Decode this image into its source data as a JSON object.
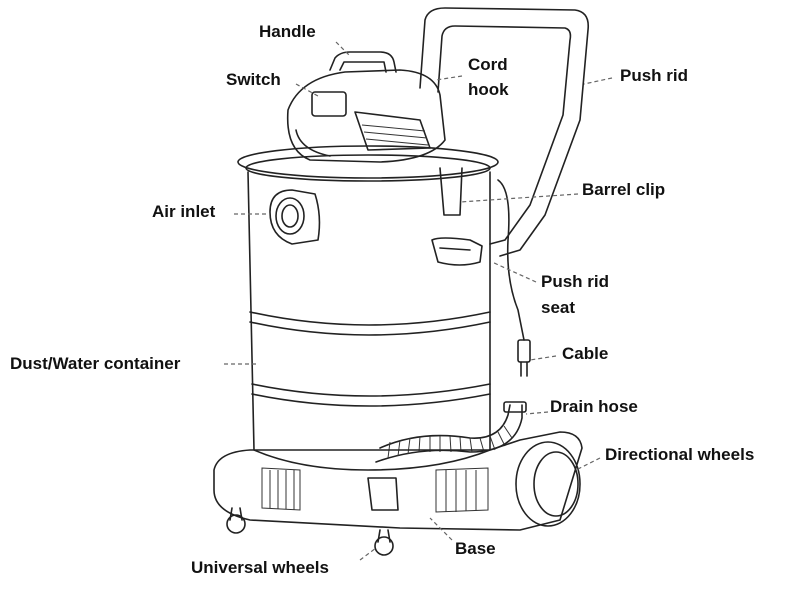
{
  "labels": {
    "handle": "Handle",
    "switch": "Switch",
    "cord_hook_1": "Cord",
    "cord_hook_2": "hook",
    "push_rid": "Push rid",
    "barrel_clip": "Barrel clip",
    "air_inlet": "Air inlet",
    "push_rid_seat_1": "Push rid",
    "push_rid_seat_2": "seat",
    "cable": "Cable",
    "dust_water_container": "Dust/Water container",
    "drain_hose": "Drain hose",
    "directional_wheels": "Directional wheels",
    "base": "Base",
    "universal_wheels": "Universal wheels"
  }
}
